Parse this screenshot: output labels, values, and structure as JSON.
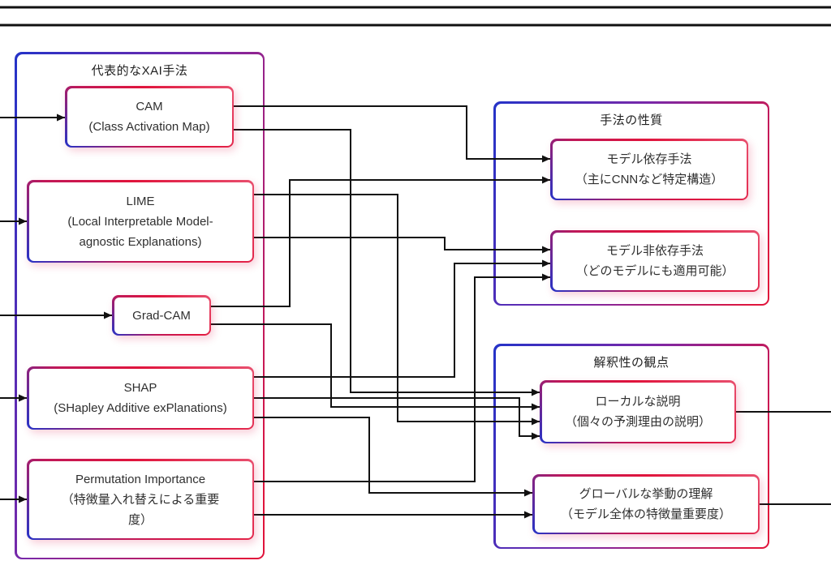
{
  "colors": {
    "line": "#111111",
    "accent_blue": "#2433c8",
    "accent_red": "#e0143c"
  },
  "groups": {
    "methods": {
      "title": "代表的なXAI手法",
      "nodes": {
        "cam": {
          "id": "cam",
          "lines": [
            "CAM",
            "(Class Activation Map)"
          ]
        },
        "lime": {
          "id": "lime",
          "lines": [
            "LIME",
            "(Local Interpretable Model-",
            "agnostic Explanations)"
          ]
        },
        "gradcam": {
          "id": "grad-cam",
          "lines": [
            "Grad-CAM"
          ]
        },
        "shap": {
          "id": "shap",
          "lines": [
            "SHAP",
            "(SHapley Additive exPlanations)"
          ]
        },
        "perm": {
          "id": "permutation-importance",
          "lines": [
            "Permutation Importance",
            "（特徴量入れ替えによる重要",
            "度）"
          ]
        }
      }
    },
    "nature": {
      "title": "手法の性質",
      "nodes": {
        "dependent": {
          "id": "model-dependent",
          "lines": [
            "モデル依存手法",
            "（主にCNNなど特定構造）"
          ]
        },
        "agnostic": {
          "id": "model-agnostic",
          "lines": [
            "モデル非依存手法",
            "（どのモデルにも適用可能）"
          ]
        }
      }
    },
    "interp": {
      "title": "解釈性の観点",
      "nodes": {
        "local": {
          "id": "local-explanation",
          "lines": [
            "ローカルな説明",
            "（個々の予測理由の説明）"
          ]
        },
        "global": {
          "id": "global-understanding",
          "lines": [
            "グローバルな挙動の理解",
            "（モデル全体の特徴量重要度）"
          ]
        }
      }
    }
  },
  "edges": [
    {
      "from": "input",
      "to": "cam"
    },
    {
      "from": "input",
      "to": "lime"
    },
    {
      "from": "input",
      "to": "grad-cam"
    },
    {
      "from": "input",
      "to": "shap"
    },
    {
      "from": "input",
      "to": "permutation-importance"
    },
    {
      "from": "cam",
      "to": "model-dependent"
    },
    {
      "from": "grad-cam",
      "to": "model-dependent"
    },
    {
      "from": "lime",
      "to": "model-agnostic"
    },
    {
      "from": "shap",
      "to": "model-agnostic"
    },
    {
      "from": "permutation-importance",
      "to": "model-agnostic"
    },
    {
      "from": "cam",
      "to": "local-explanation"
    },
    {
      "from": "grad-cam",
      "to": "local-explanation"
    },
    {
      "from": "lime",
      "to": "local-explanation"
    },
    {
      "from": "shap",
      "to": "local-explanation"
    },
    {
      "from": "shap",
      "to": "global-understanding"
    },
    {
      "from": "permutation-importance",
      "to": "global-understanding"
    },
    {
      "from": "local-explanation",
      "to": "output"
    },
    {
      "from": "global-understanding",
      "to": "output"
    }
  ]
}
